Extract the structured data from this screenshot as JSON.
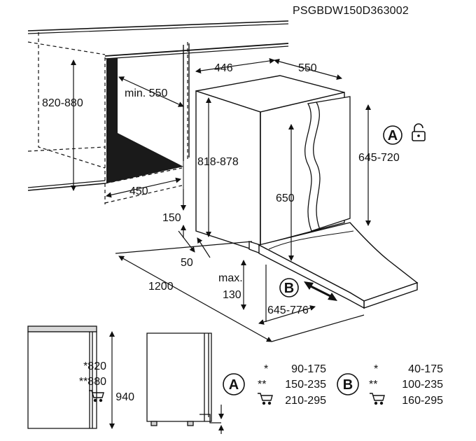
{
  "header": {
    "code": "PSGBDW150D363002"
  },
  "dimensions": {
    "niche_height": "820-880",
    "min_depth": "min. 550",
    "niche_depth": "450",
    "width": "446",
    "depth": "550",
    "appliance_height": "818-878",
    "door_height": "645-720",
    "inner_height": "650",
    "plinth_height": "150",
    "plinth_gap": "50",
    "door_swing": "1200",
    "max_label": "max.",
    "max_value": "130",
    "door_range": "645-776"
  },
  "callouts": {
    "a_letter": "A",
    "b_letter": "B"
  },
  "heights_legend": {
    "line1": "*820",
    "line2": "**880",
    "line3": "940"
  },
  "table_a": {
    "letter": "A",
    "rows": [
      {
        "mark": "*",
        "value": "90-175"
      },
      {
        "mark": "**",
        "value": "150-235"
      },
      {
        "mark": "",
        "value": "210-295"
      }
    ]
  },
  "table_b": {
    "letter": "B",
    "rows": [
      {
        "mark": "*",
        "value": "40-175"
      },
      {
        "mark": "**",
        "value": "100-235"
      },
      {
        "mark": "",
        "value": "160-295"
      }
    ]
  },
  "icons": {
    "lock": "lock-icon",
    "cart": "shopping-cart-icon",
    "arrow": "arrow-icon"
  }
}
